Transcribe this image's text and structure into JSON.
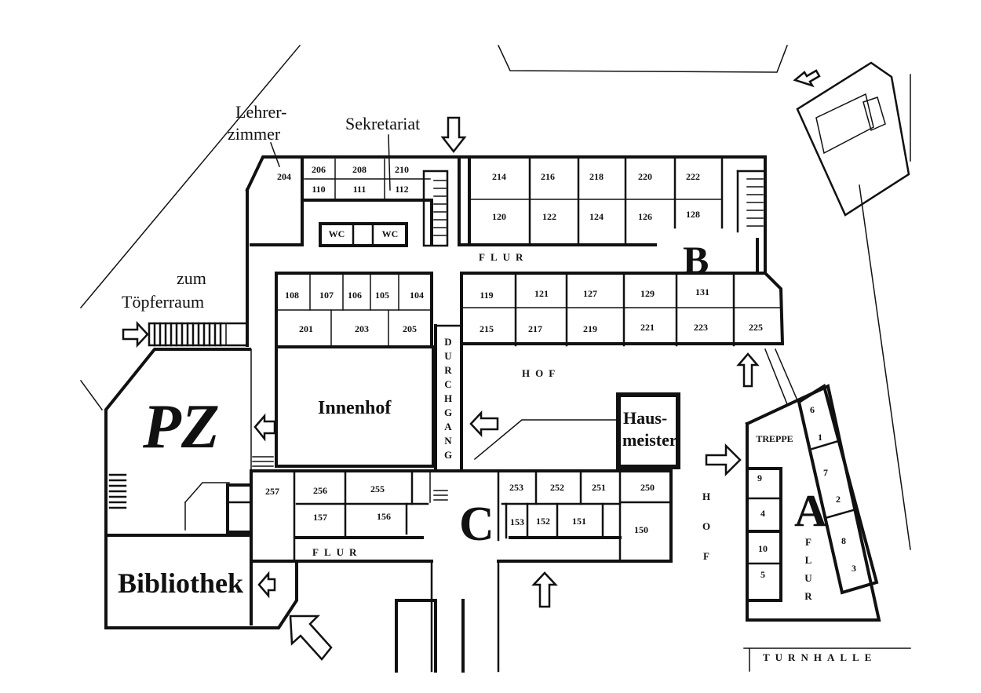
{
  "labels": {
    "lehrerzimmer_1": "Lehrer-",
    "lehrerzimmer_2": "zimmer",
    "sekretariat": "Sekretariat",
    "toepfer_1": "zum",
    "toepfer_2": "Töpferraum",
    "pz": "PZ",
    "bibliothek": "Bibliothek",
    "innenhof": "Innenhof",
    "hausmeister_1": "Haus-",
    "hausmeister_2": "meister",
    "wc_left": "WC",
    "wc_right": "WC",
    "treppe": "TREPPE",
    "turnhalle": "TURNHALLE",
    "flur_top": "FLUR",
    "flur_bottom": "FLUR",
    "hof_center": "HOF",
    "hof_vertical": [
      "H",
      "O",
      "F"
    ],
    "durchgang": [
      "D",
      "U",
      "R",
      "C",
      "H",
      "G",
      "A",
      "N",
      "G"
    ],
    "flur_vertical": [
      "F",
      "L",
      "U",
      "R"
    ]
  },
  "wings": {
    "a": "A",
    "b": "B",
    "c": "C"
  },
  "rooms": {
    "r204": "204",
    "r206": "206",
    "r208": "208",
    "r210": "210",
    "r110": "110",
    "r111": "111",
    "r112": "112",
    "r214": "214",
    "r216": "216",
    "r218": "218",
    "r220": "220",
    "r222": "222",
    "r120": "120",
    "r122": "122",
    "r124": "124",
    "r126": "126",
    "r128": "128",
    "r108": "108",
    "r107": "107",
    "r106": "106",
    "r105": "105",
    "r104": "104",
    "r201": "201",
    "r203": "203",
    "r205": "205",
    "r119": "119",
    "r121": "121",
    "r127": "127",
    "r129": "129",
    "r131": "131",
    "r215": "215",
    "r217": "217",
    "r219": "219",
    "r221": "221",
    "r223": "223",
    "r225": "225",
    "r257": "257",
    "r256": "256",
    "r255": "255",
    "r157": "157",
    "r156": "156",
    "r253": "253",
    "r252": "252",
    "r251": "251",
    "r250": "250",
    "r153": "153",
    "r152": "152",
    "r151": "151",
    "r150": "150",
    "r6": "6",
    "r1": "1",
    "r7": "7",
    "r2": "2",
    "r8": "8",
    "r3": "3",
    "r9": "9",
    "r4": "4",
    "r10": "10",
    "r5": "5"
  }
}
